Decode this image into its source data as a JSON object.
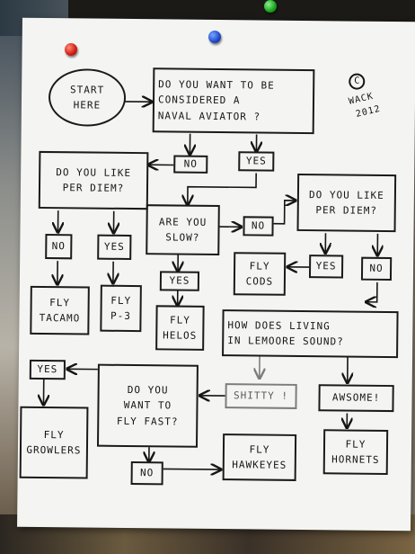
{
  "flowchart": {
    "start": "START\nHERE",
    "q_naval": "DO YOU WANT TO BE\nCONSIDERED A\nNAVAL AVIATOR ?",
    "no_1": "NO",
    "yes_1": "YES",
    "q_per_diem_left": "DO YOU LIKE\nPER DIEM?",
    "no_2": "NO",
    "yes_2": "YES",
    "fly_tacamo": "FLY\nTACAMO",
    "fly_p3": "FLY\nP-3",
    "q_slow": "ARE YOU\nSLOW?",
    "no_3": "NO",
    "yes_3": "YES",
    "fly_helos": "FLY\nHELOS",
    "q_per_diem_right": "DO YOU LIKE\nPER DIEM?",
    "yes_4": "YES",
    "no_4": "NO",
    "fly_cods": "FLY\nCODS",
    "q_lemoore": "HOW DOES LIVING\nIN LEMOORE SOUND?",
    "shitty": "SHITTY !",
    "awsome": "AWSOME!",
    "q_fly_fast": "DO YOU\nWANT TO\nFLY FAST?",
    "yes_5": "YES",
    "no_5": "NO",
    "fly_growlers": "FLY\nGROWLERS",
    "fly_hawkeyes": "FLY\nHAWKEYES",
    "fly_hornets": "FLY\nHORNETS"
  },
  "signature": {
    "copyright_symbol": "C",
    "author": "WACK",
    "year": "2012"
  },
  "colors": {
    "paper": "#f4f5f2",
    "ink": "#151515",
    "pencil": "#7d7d7d"
  }
}
